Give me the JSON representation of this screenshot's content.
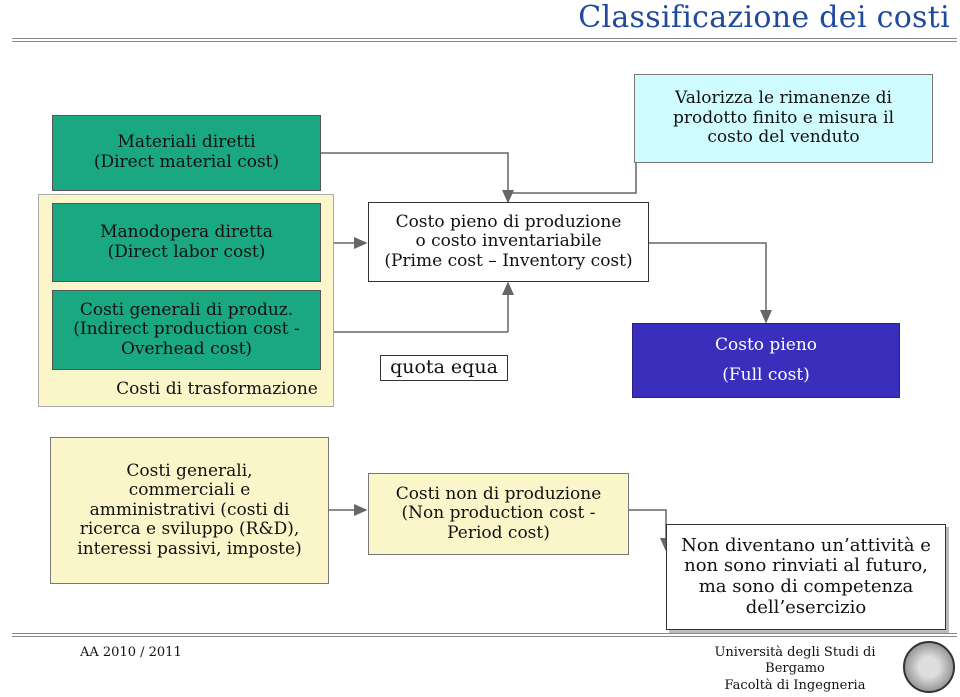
{
  "title": "Classificazione dei costi",
  "boxes": {
    "materiali": "Materiali diretti\n(Direct material cost)",
    "manodopera": "Manodopera diretta\n(Direct labor cost)",
    "costi_generali_produz": "Costi generali di produz.\n(Indirect production cost -\nOverhead cost)",
    "costi_trasformazione": "Costi di trasformazione",
    "costo_pieno_produzione": "Costo pieno di produzione\no costo inventariabile\n(Prime cost – Inventory cost)",
    "quota_equa": "quota equa",
    "valorizza": "Valorizza le rimanenze di\nprodotto finito e misura il\ncosto del venduto",
    "costo_pieno_line1": "Costo pieno",
    "costo_pieno_line2": "(Full cost)",
    "costi_generali_comm": "Costi generali,\ncommerciali e\namministrativi (costi di\nricerca e sviluppo (R&D),\ninteressi passivi, imposte)",
    "costi_non_produzione": "Costi non di produzione\n(Non production cost -\nPeriod cost)",
    "non_diventano": "Non diventano un’attività e\nnon sono rinviati al futuro,\nma sono di competenza\ndell’esercizio"
  },
  "footer": {
    "year": "AA  2010 / 2011",
    "university": "Università degli Studi di Bergamo\nFacoltà  di Ingegneria"
  },
  "colors": {
    "teal": "#1aa882",
    "cyan": "#cffcff",
    "beige": "#fbf6c9",
    "blue": "#3a2fbd",
    "title": "#1f4aa0"
  }
}
